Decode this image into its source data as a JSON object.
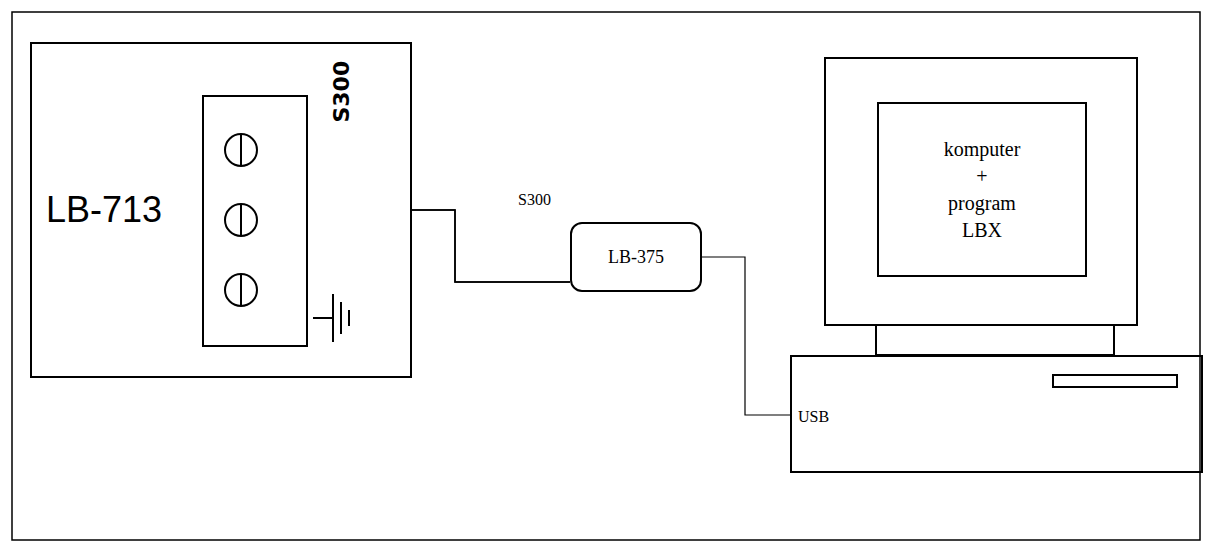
{
  "diagram": {
    "nodes": [
      {
        "text": [
          "LB-713",
          "S300"
        ]
      },
      {
        "text": [
          "LB-375"
        ]
      },
      {
        "text": [
          "komputer + program LBX"
        ]
      },
      {
        "text": [
          "USB"
        ]
      }
    ],
    "edges": [
      {
        "from": 0,
        "to": 1,
        "arrow": "none",
        "label": "S300"
      },
      {
        "from": 0,
        "to": 1,
        "arrow": "none",
        "label": "S300"
      },
      {
        "from": 1,
        "to": 3,
        "arrow": "none"
      }
    ]
  }
}
